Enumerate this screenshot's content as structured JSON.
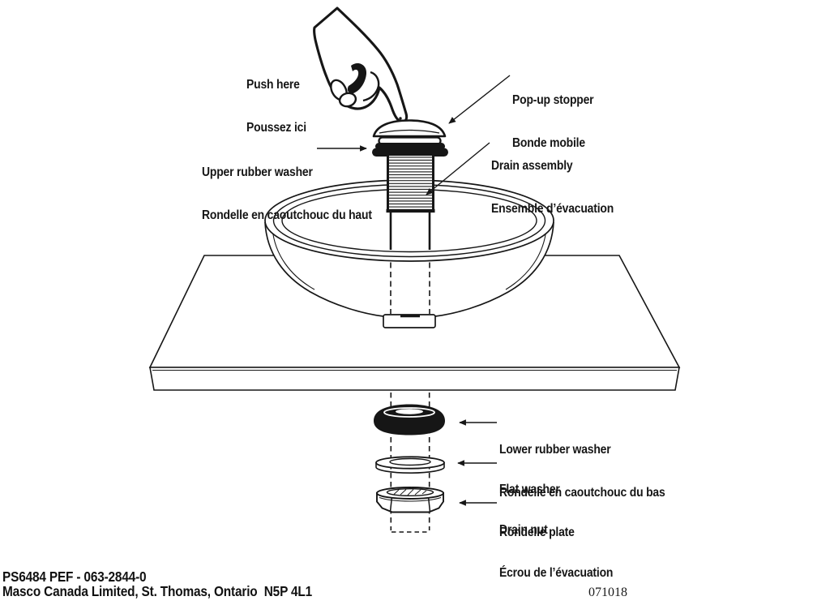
{
  "diagram": {
    "callouts": {
      "push_here": {
        "line1": "Push here",
        "line2": "Poussez ici"
      },
      "popup_stopper": {
        "line1": "Pop-up stopper",
        "line2": "Bonde mobile"
      },
      "upper_rubber_washer": {
        "line1": "Upper rubber washer",
        "line2": "Rondelle en caoutchouc du haut"
      },
      "drain_assembly": {
        "line1": "Drain assembly",
        "line2": "Ensemble d’évacuation"
      },
      "lower_rubber_washer": {
        "line1": "Lower rubber washer",
        "line2": "Rondelle en caoutchouc du bas"
      },
      "flat_washer": {
        "line1": "Flat washer",
        "line2": "Rondelle plate"
      },
      "drain_nut": {
        "line1": "Drain nut",
        "line2": "Écrou de l’évacuation"
      }
    },
    "colors": {
      "ink": "#161616",
      "background": "#ffffff"
    }
  },
  "footer": {
    "part_number": "PS6484 PEF - 063-2844-0",
    "company_line": "Masco Canada Limited, St. Thomas, Ontario  N5P 4L1",
    "document_code": "071018"
  }
}
